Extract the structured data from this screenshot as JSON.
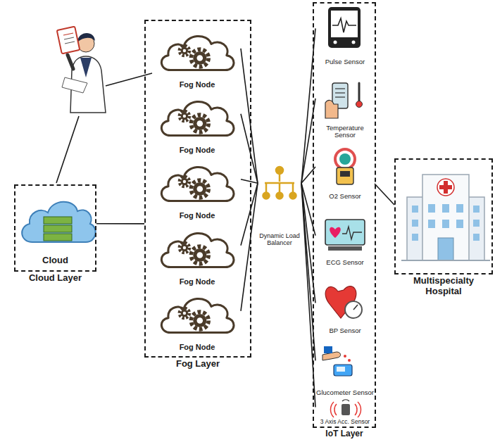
{
  "diagram": {
    "nodes": [
      {
        "text": [
          "Cloud Layer"
        ]
      },
      {
        "text": [
          "Cloud"
        ],
        "in": 0
      },
      {
        "text": [
          "Fog Layer"
        ]
      },
      {
        "text": [
          "Fog Node"
        ],
        "in": 2
      },
      {
        "text": [
          "Fog Node"
        ],
        "in": 2
      },
      {
        "text": [
          "Fog Node"
        ],
        "in": 2
      },
      {
        "text": [
          "Fog Node"
        ],
        "in": 2
      },
      {
        "text": [
          "Fog Node"
        ],
        "in": 2
      },
      {
        "text": [
          "Dynamic Load Balancer"
        ]
      },
      {
        "text": [
          "IoT Layer"
        ]
      },
      {
        "text": [
          "Pulse Sensor"
        ],
        "in": 9
      },
      {
        "text": [
          "Temperature Sensor"
        ],
        "in": 9
      },
      {
        "text": [
          "O2 Sensor"
        ],
        "in": 9
      },
      {
        "text": [
          "ECG Sensor"
        ],
        "in": 9
      },
      {
        "text": [
          "BP Sensor"
        ],
        "in": 9
      },
      {
        "text": [
          "Glucometer Sensor"
        ],
        "in": 9
      },
      {
        "text": [
          "3 Axis Acc. Sensor"
        ],
        "in": 9
      },
      {
        "text": [
          "Multispecialty Hospital"
        ]
      }
    ],
    "edges": [
      {
        "from": 0,
        "to": 2,
        "arrow": "none"
      },
      {
        "from": 3,
        "to": 8,
        "arrow": "none"
      },
      {
        "from": 4,
        "to": 8,
        "arrow": "none"
      },
      {
        "from": 5,
        "to": 8,
        "arrow": "none"
      },
      {
        "from": 6,
        "to": 8,
        "arrow": "none"
      },
      {
        "from": 7,
        "to": 8,
        "arrow": "none"
      },
      {
        "from": 8,
        "to": 10,
        "arrow": "none"
      },
      {
        "from": 8,
        "to": 11,
        "arrow": "none"
      },
      {
        "from": 8,
        "to": 12,
        "arrow": "none"
      },
      {
        "from": 8,
        "to": 13,
        "arrow": "none"
      },
      {
        "from": 8,
        "to": 14,
        "arrow": "none"
      },
      {
        "from": 8,
        "to": 15,
        "arrow": "none"
      },
      {
        "from": 8,
        "to": 16,
        "arrow": "none"
      },
      {
        "from": 12,
        "to": 17,
        "arrow": "none"
      }
    ]
  }
}
